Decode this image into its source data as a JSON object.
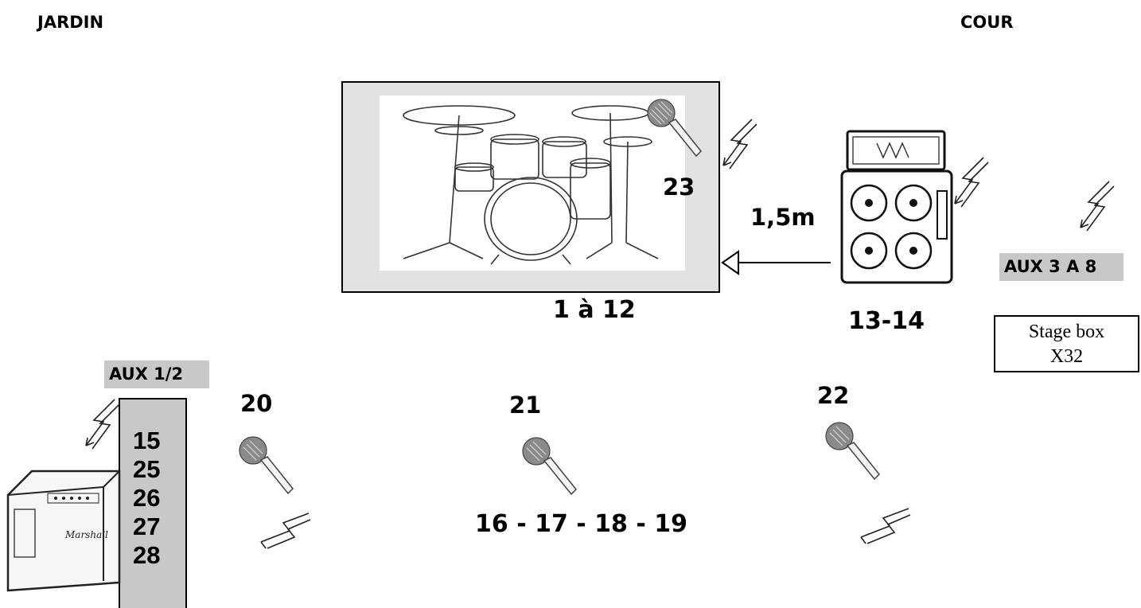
{
  "labels": {
    "jardin": "JARDIN",
    "cour": "COUR"
  },
  "drums": {
    "channels": "1 à 12",
    "mic_number": "23"
  },
  "distance": "1,5m",
  "amp_stack": {
    "channels": "13-14"
  },
  "aux_right": "AUX 3 A 8",
  "stagebox": {
    "line1": "Stage box",
    "line2": "X32"
  },
  "aux_left": "AUX 1/2",
  "combo_channels": [
    "15",
    "25",
    "26",
    "27",
    "28"
  ],
  "vocal_mics": [
    {
      "number": "20"
    },
    {
      "number": "21",
      "channels": "16 - 17 - 18 - 19"
    },
    {
      "number": "22"
    }
  ],
  "icons": [
    "drum-kit-icon",
    "microphone-icon",
    "monitor-wedge-icon",
    "guitar-stack-icon",
    "combo-amp-icon"
  ]
}
